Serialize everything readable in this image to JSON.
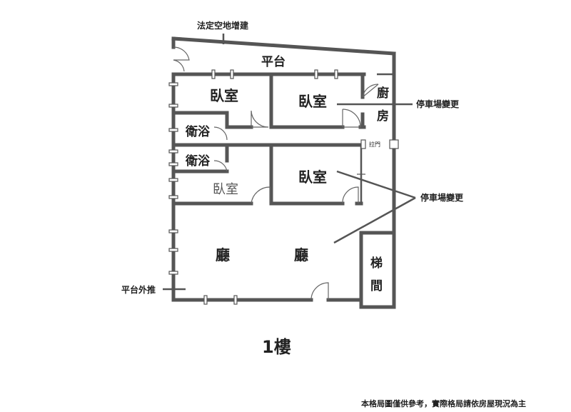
{
  "labels": {
    "legal_open_space": "法定空地增建",
    "platform": "平台",
    "bedroom_1": "臥室",
    "bedroom_2": "臥室",
    "bedroom_3": "臥室",
    "bedroom_4": "臥室",
    "kitchen_1": "廚",
    "kitchen_2": "房",
    "bath_1": "衛浴",
    "bath_2": "衛浴",
    "sliding_door": "拉門",
    "parking_change_1": "停車場變更",
    "parking_change_2": "停車場變更",
    "living_1": "廳",
    "living_2": "廳",
    "stair_1": "梯",
    "stair_2": "間",
    "platform_push": "平台外推"
  },
  "floor_label": "1樓",
  "disclaimer": "本格局圖僅供參考，實際格局請依房屋現況為主"
}
